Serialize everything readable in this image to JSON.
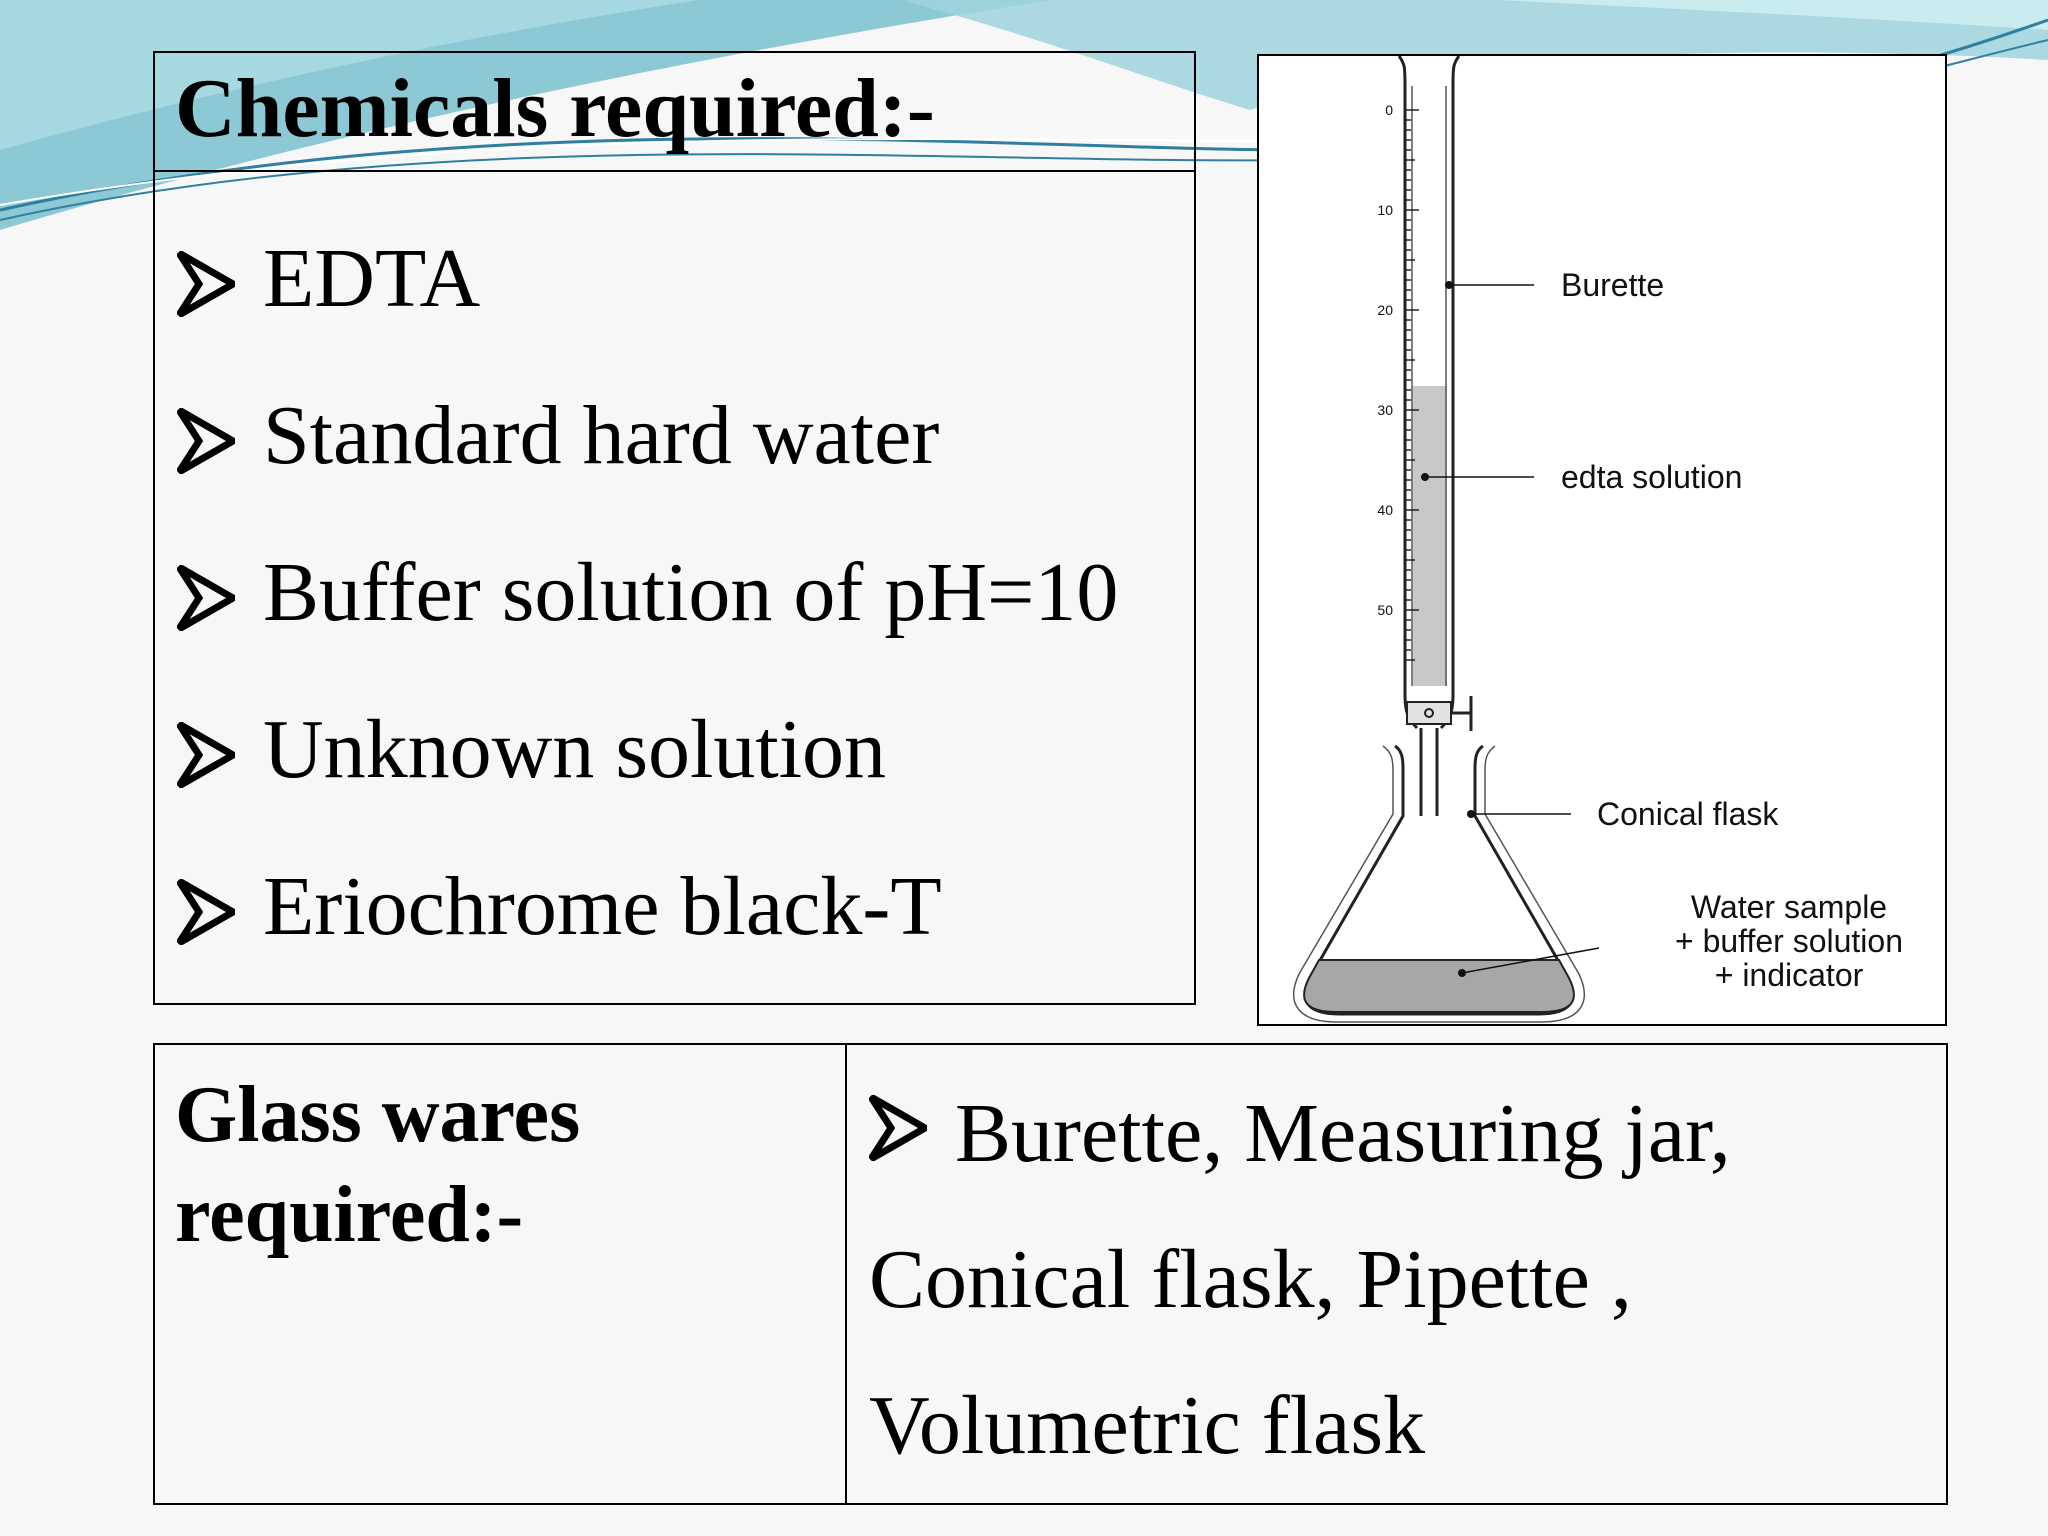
{
  "chemicals": {
    "title": "Chemicals required:-",
    "items": [
      "EDTA",
      "Standard hard water",
      "Buffer solution of pH=10",
      "Unknown solution",
      "Eriochrome black-T"
    ]
  },
  "diagram": {
    "labels": {
      "burette": "Burette",
      "edta": "edta solution",
      "flask": "Conical flask",
      "sample_line1": "Water sample",
      "sample_line2": "+ buffer solution",
      "sample_line3": "+ indicator"
    },
    "scale": [
      "0",
      "10",
      "20",
      "30",
      "40",
      "50"
    ]
  },
  "glassware": {
    "title": "Glass wares required:-",
    "lines": [
      "Burette, Measuring jar,",
      "Conical flask, Pipette ,",
      "Volumetric flask"
    ]
  },
  "colors": {
    "teal_light": "#bfe4ea",
    "teal_mid": "#7fc3d0",
    "teal_dark": "#3a8fa8",
    "liquid": "#c8c8c8",
    "sample": "#a7a7a7"
  },
  "icons": {
    "bullet": "arrow-bullet-icon"
  }
}
